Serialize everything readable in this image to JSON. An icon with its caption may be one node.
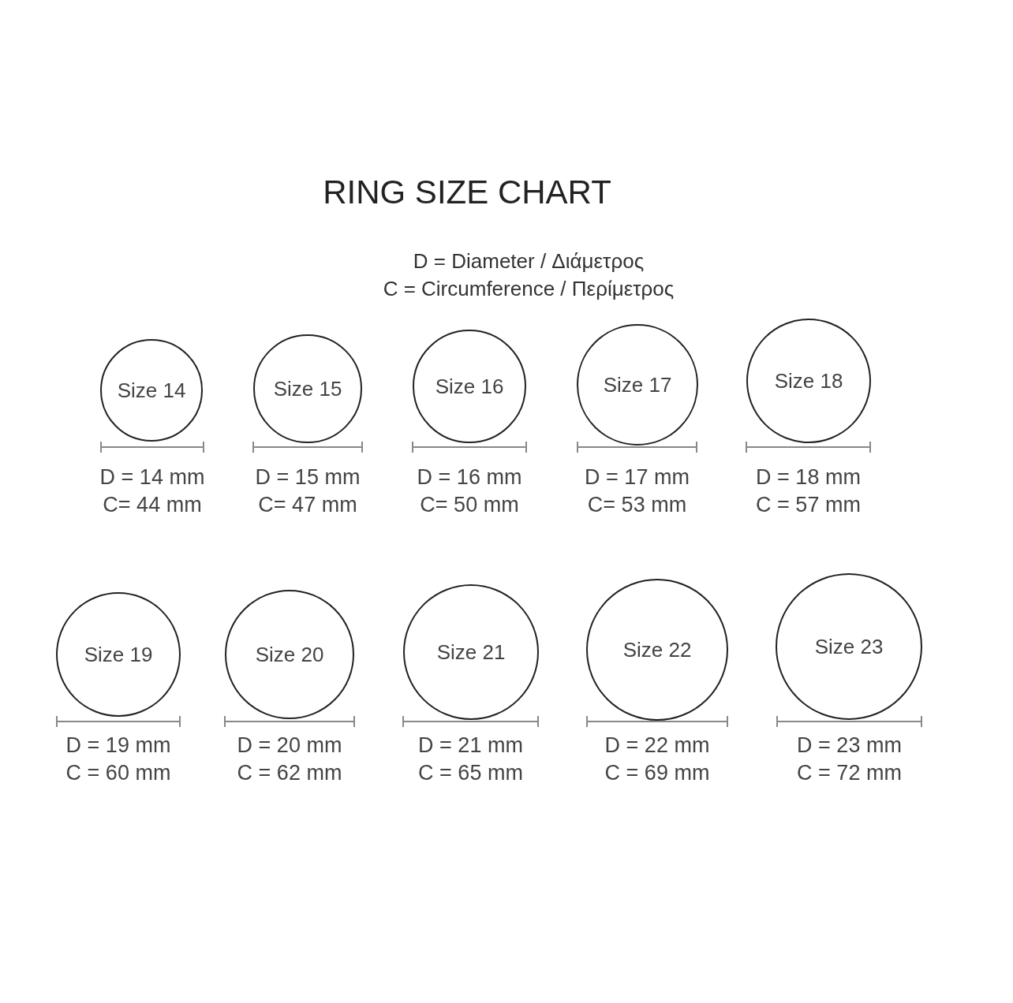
{
  "diagram": {
    "title": "RING SIZE CHART",
    "nodes": [
      {
        "text": [
          "Size 14"
        ],
        "beside": [
          "D = 14 mm",
          "C= 44 mm"
        ]
      },
      {
        "text": [
          "Size 15"
        ],
        "beside": [
          "D = 15 mm",
          "C= 47 mm"
        ]
      },
      {
        "text": [
          "Size 16"
        ],
        "beside": [
          "D = 16 mm",
          "C= 50 mm"
        ]
      },
      {
        "text": [
          "Size 17"
        ],
        "beside": [
          "D = 17 mm",
          "C= 53 mm"
        ]
      },
      {
        "text": [
          "Size 18"
        ],
        "beside": [
          "D = 18 mm",
          "C = 57 mm"
        ]
      },
      {
        "text": [
          "Size 19"
        ],
        "beside": [
          "D = 19 mm",
          "C = 60 mm"
        ]
      },
      {
        "text": [
          "Size 20"
        ],
        "beside": [
          "D = 20 mm",
          "C = 62 mm"
        ]
      },
      {
        "text": [
          "Size 21"
        ],
        "beside": [
          "D = 21 mm",
          "C = 65 mm"
        ]
      },
      {
        "text": [
          "Size 22"
        ],
        "beside": [
          "D = 22 mm",
          "C = 69 mm"
        ]
      },
      {
        "text": [
          "Size 23"
        ],
        "beside": [
          "D = 23 mm",
          "C = 72 mm"
        ]
      }
    ],
    "labels": [
      "D = Diameter / Διάμετρος",
      "C = Circumference / Περίμετρος"
    ]
  }
}
